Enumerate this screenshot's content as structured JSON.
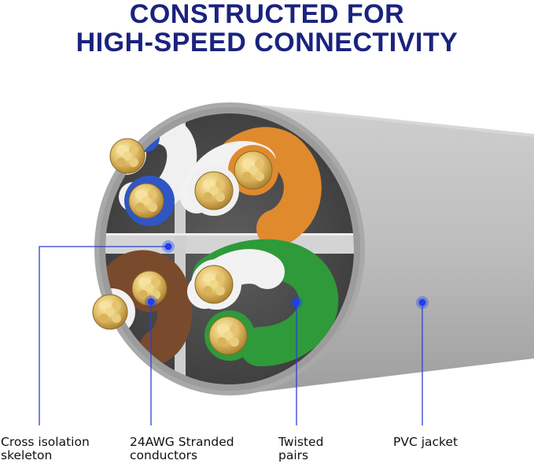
{
  "headline": {
    "line1": "CONSTRUCTED FOR",
    "line2": "HIGH-SPEED CONNECTIVITY"
  },
  "callouts": [
    {
      "id": "cross-isolation-skeleton",
      "text": "Cross isolation\nskeleton"
    },
    {
      "id": "stranded-conductors",
      "text": "24AWG Stranded\nconductors"
    },
    {
      "id": "twisted-pairs",
      "text": "Twisted\npairs"
    },
    {
      "id": "pvc-jacket",
      "text": "PVC jacket"
    }
  ],
  "colors": {
    "headline": "#1a237e",
    "callout_line": "#2b3fd6",
    "callout_dot": "#1e3ff0",
    "jacket": "#b3b3b3",
    "pair_blue": "#2f56c4",
    "pair_orange": "#e08a2e",
    "pair_brown": "#7a4a2c",
    "pair_green": "#2f9a3a",
    "copper": "#d9b35a"
  }
}
